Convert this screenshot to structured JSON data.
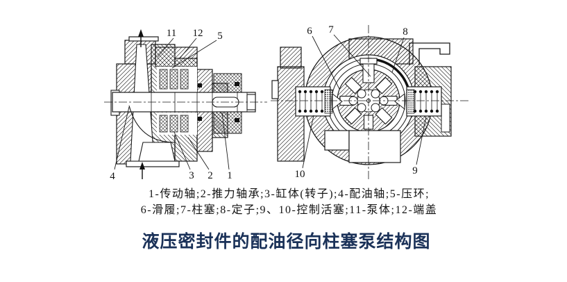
{
  "title": "液压密封件的配油径向柱塞泵结构图",
  "legend": {
    "line1": "1-传动轴;2-推力轴承;3-缸体(转子);4-配油轴;5-压环;",
    "line2": "6-滑履;7-柱塞;8-定子;9、10-控制活塞;11-泵体;12-端盖"
  },
  "diagram": {
    "side_view": {
      "callouts": [
        "11",
        "12",
        "5",
        "4",
        "3",
        "2",
        "1"
      ]
    },
    "front_view": {
      "callouts": [
        "6",
        "7",
        "8",
        "10",
        "9"
      ]
    }
  },
  "icons": {
    "flow_in": "arrow-up",
    "flow_out": "arrow-up"
  },
  "colors": {
    "title_text": "#1a3158",
    "line_ink": "#1a1a1a",
    "background": "#ffffff"
  }
}
